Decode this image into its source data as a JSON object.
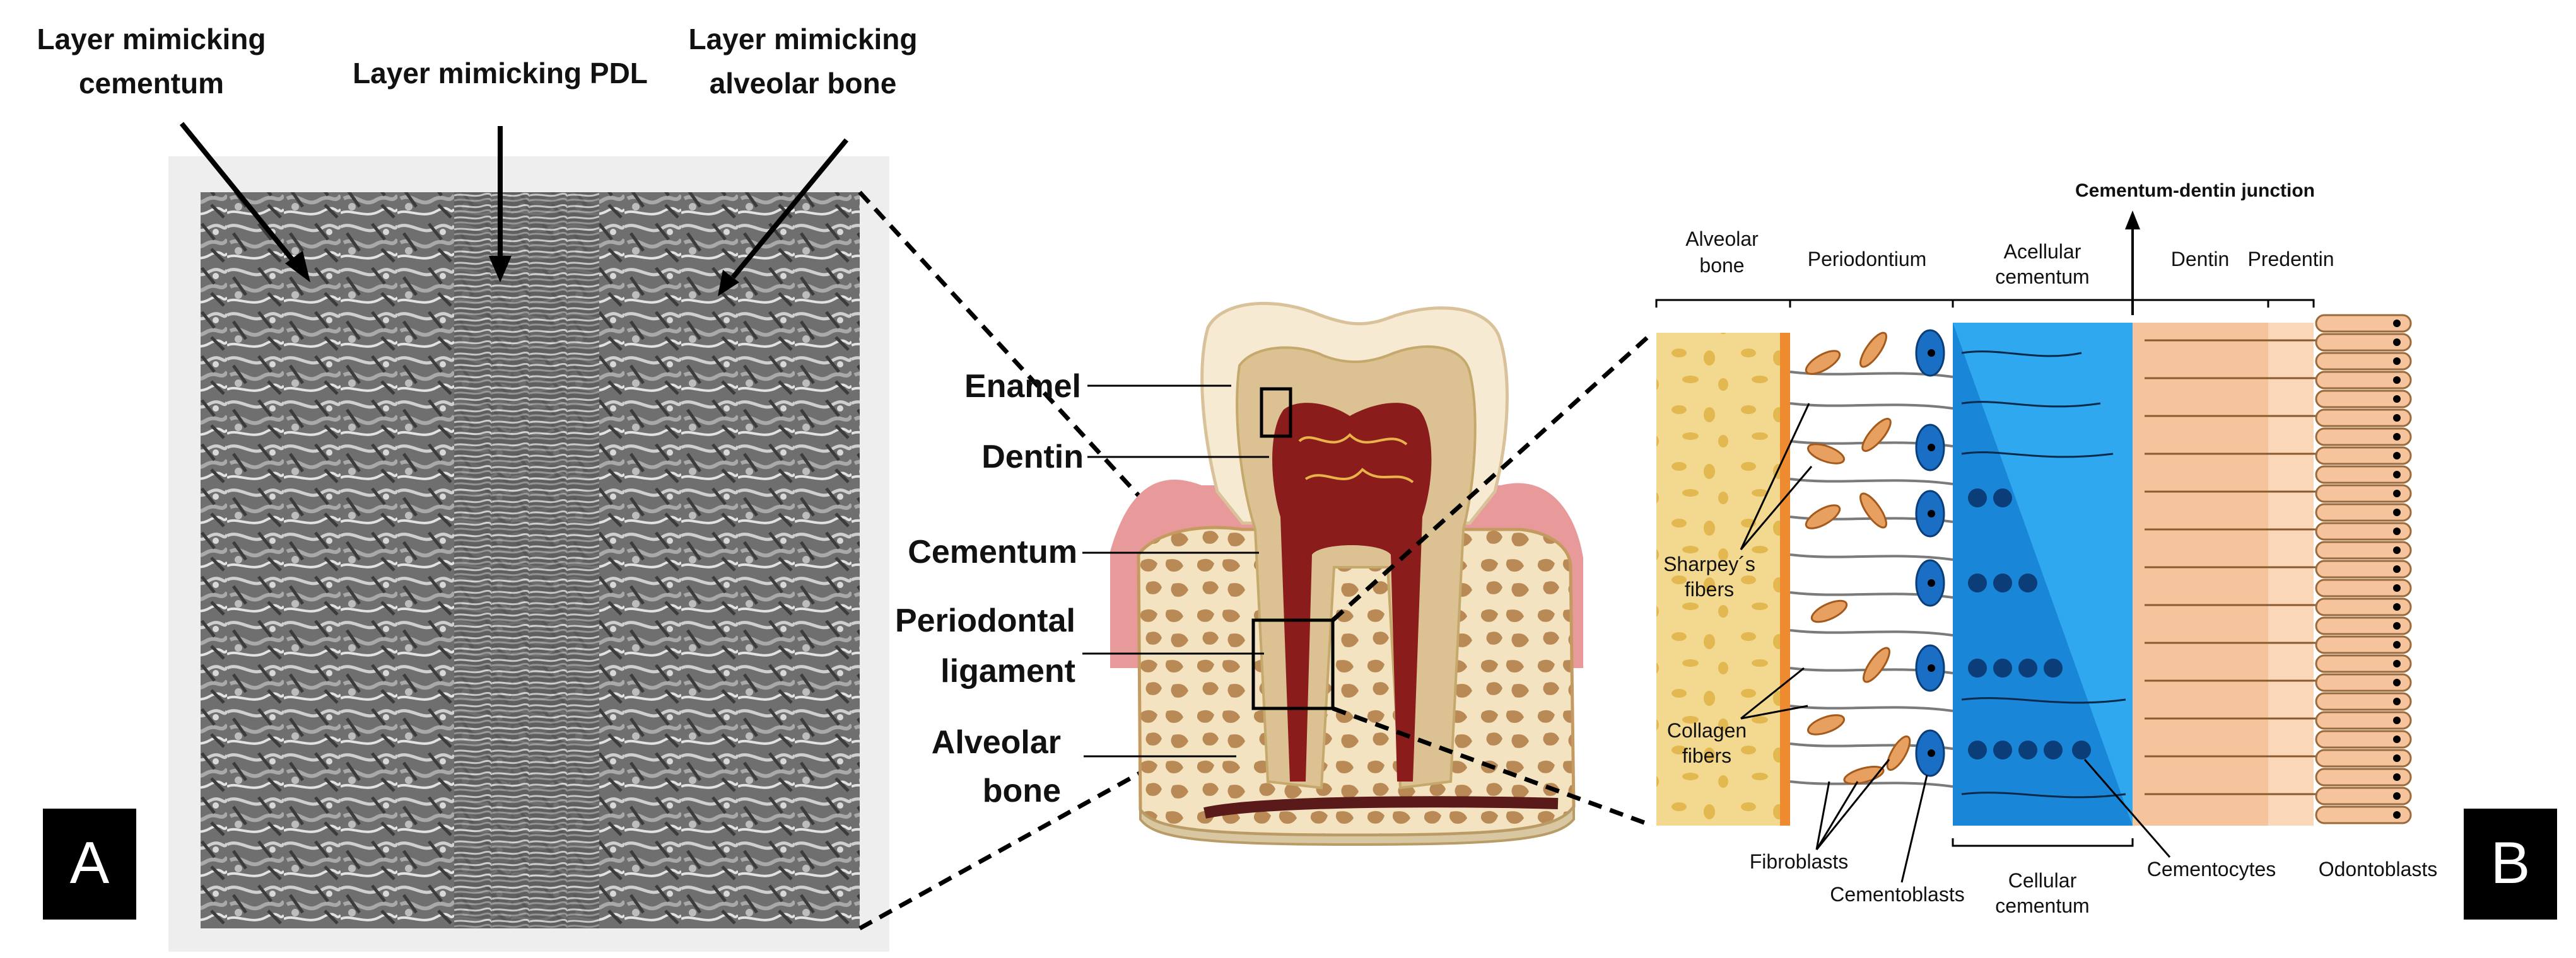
{
  "panel_a": {
    "letter": "A",
    "labels": {
      "cementum_line1": "Layer mimicking",
      "cementum_line2": "cementum",
      "pdl": "Layer mimicking PDL",
      "bone_line1": "Layer mimicking",
      "bone_line2": "alveolar bone"
    }
  },
  "tooth": {
    "labels": {
      "enamel": "Enamel",
      "dentin": "Dentin",
      "cementum": "Cementum",
      "pdl_line1": "Periodontal",
      "pdl_line2": "ligament",
      "bone_line1": "Alveolar",
      "bone_line2": "bone"
    }
  },
  "panel_b": {
    "letter": "B",
    "top_labels": {
      "cementum_dentin_junction": "Cementum-dentin junction",
      "alveolar_line1": "Alveolar",
      "alveolar_line2": "bone",
      "periodontium": "Periodontium",
      "acellular_line1": "Acellular",
      "acellular_line2": "cementum",
      "dentin": "Dentin",
      "predentin": "Predentin"
    },
    "side_labels": {
      "sharpey_line1": "Sharpey´s",
      "sharpey_line2": "fibers",
      "collagen_line1": "Collagen",
      "collagen_line2": "fibers"
    },
    "bottom_labels": {
      "fibroblasts": "Fibroblasts",
      "cementoblasts": "Cementoblasts",
      "cellular_line1": "Cellular",
      "cellular_line2": "cementum",
      "cementocytes": "Cementocytes",
      "odontoblasts": "Odontoblasts"
    }
  },
  "colors": {
    "alveolar_bone": "#f2d98f",
    "pdl_cells": "#e8a060",
    "cementum_blue": "#1a86d8",
    "dentin_tubules": "#f6c49c",
    "gum_pink": "#e89a9a",
    "pulp_red": "#8b1c1c"
  }
}
